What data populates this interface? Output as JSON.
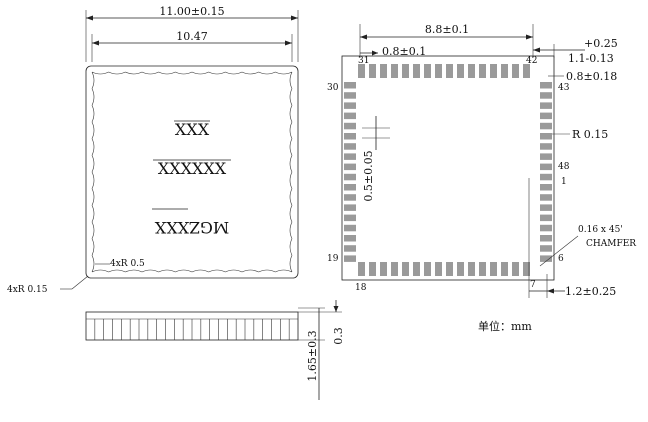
{
  "top_view": {
    "width_dim": "11.00±0.15",
    "inner_dim": "10.47",
    "marking_lines": [
      "XXX",
      "XXXXXX",
      "MGZXXX"
    ],
    "corner_radius_inner": "4xR 0.5",
    "corner_radius_outer": "4xR 0.15"
  },
  "side_view": {
    "height_dim": "1.65±0.3",
    "standoff_dim": "0.3"
  },
  "bottom_view": {
    "span_dim": "8.8±0.1",
    "pin_width_dim": "0.8±0.1",
    "offset_plus": "+0.25",
    "offset_dim": "1.1-0.13",
    "pad_length_dim": "0.8±0.18",
    "pad_radius": "R 0.15",
    "pitch_dim": "0.5±0.05",
    "chamfer_line1": "0.16 x 45'",
    "chamfer_line2": "CHAMFER",
    "edge_dim": "1.2±0.25",
    "pin_labels": {
      "p31": "31",
      "p42": "42",
      "p30": "30",
      "p43": "43",
      "p48": "48",
      "p1": "1",
      "p19": "19",
      "p6": "6",
      "p18": "18",
      "p7": "7"
    }
  },
  "unit_label": "单位：mm"
}
